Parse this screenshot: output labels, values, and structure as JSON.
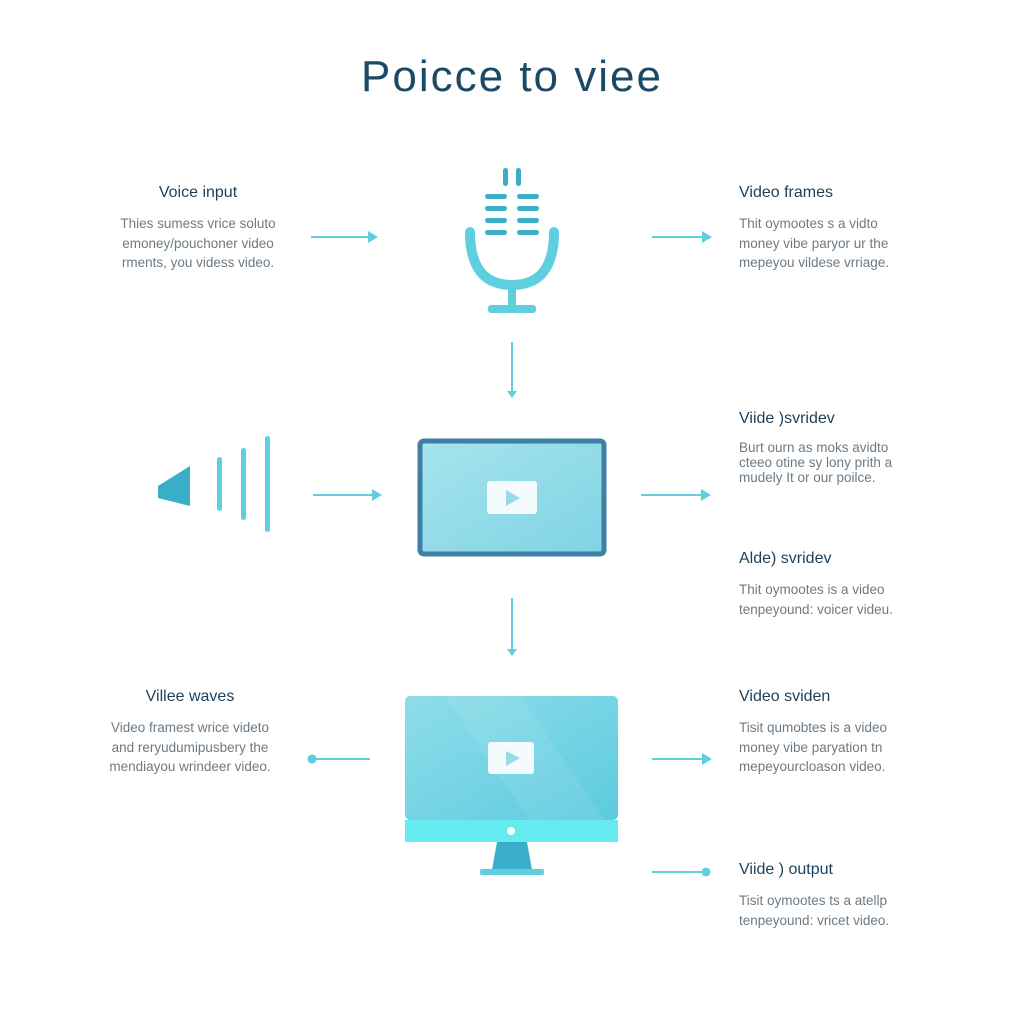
{
  "title": "Poicce to viee",
  "colors": {
    "teal": "#5fcfe0",
    "teal_dark": "#3aaec8",
    "navy_frame": "#3f7fa6",
    "heading": "#1d3f58",
    "body_text": "#6d7a84"
  },
  "icons": [
    "microphone-icon",
    "speaker-sound-icon",
    "video-frame-icon",
    "monitor-icon",
    "play-icon"
  ],
  "blocks": {
    "voice_input": {
      "heading": "Voice input",
      "lines": [
        "Thies sumess vrice soluto",
        "emoney/pouchoner video",
        "rments, you videss video."
      ]
    },
    "video_frames": {
      "heading": "Video frames",
      "lines": [
        "Thit oymootes s a vidto",
        "money vibe paryor ur the",
        "mepeyou vildese vrriage."
      ]
    },
    "vide_svridev": {
      "heading": "Viide )svridev",
      "lines": [
        "Burt ourn as moks avidto",
        "cteeo otine sy lony prith a",
        "mudely It or our poilce."
      ]
    },
    "alde_svridev": {
      "heading": "Alde) svridev",
      "lines": [
        "Thit oymootes is a video",
        "tenpeyound: voicer videu."
      ]
    },
    "villee_waves": {
      "heading": "Villee waves",
      "lines": [
        "Video framest wrice videto",
        "and reryudumipusbery the",
        "mendiayou wrindeer video."
      ]
    },
    "video_sviden": {
      "heading": "Video sviden",
      "lines": [
        "Tisit qumobtes is a video",
        "money vibe paryation tn",
        "mepeyourcloason video."
      ]
    },
    "vide_output": {
      "heading": "Viide ) output",
      "lines": [
        "Tisit oymootes ts a atellp",
        "tenpeyound: vricet video."
      ]
    }
  }
}
